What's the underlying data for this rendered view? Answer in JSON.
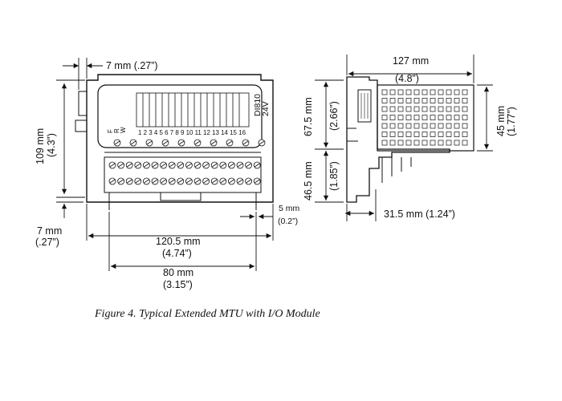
{
  "front_view": {
    "top_offset": "7 mm (.27”)",
    "height_mm": "109 mm",
    "height_in": "(4.3”)",
    "bottom_offset_mm": "7 mm",
    "bottom_offset_in": "(.27”)",
    "pin_offset_mm": "5 mm",
    "pin_offset_in": "(0.2”)",
    "width_mm": "120.5 mm",
    "width_in": "(4.74”)",
    "rail_mm": "80 mm",
    "rail_in": "(3.15”)",
    "module_label_1": "DI810",
    "module_label_2": "24V",
    "led_labels": [
      "F",
      "R",
      "W"
    ],
    "channel_numbers": "1 2 3 4 5 6 7 8 9 10 11 12 13 14 15 16"
  },
  "side_view": {
    "depth_mm": "127 mm",
    "depth_in": "(4.8”)",
    "upper_mm": "67.5 mm",
    "upper_in": "(2.66”)",
    "lower_mm": "46.5 mm",
    "lower_in": "(1.85”)",
    "module_h_mm": "45 mm",
    "module_h_in": "(1.77”)",
    "base_depth": "31.5 mm (1.24”)"
  },
  "caption": "Figure 4. Typical Extended MTU with I/O Module"
}
